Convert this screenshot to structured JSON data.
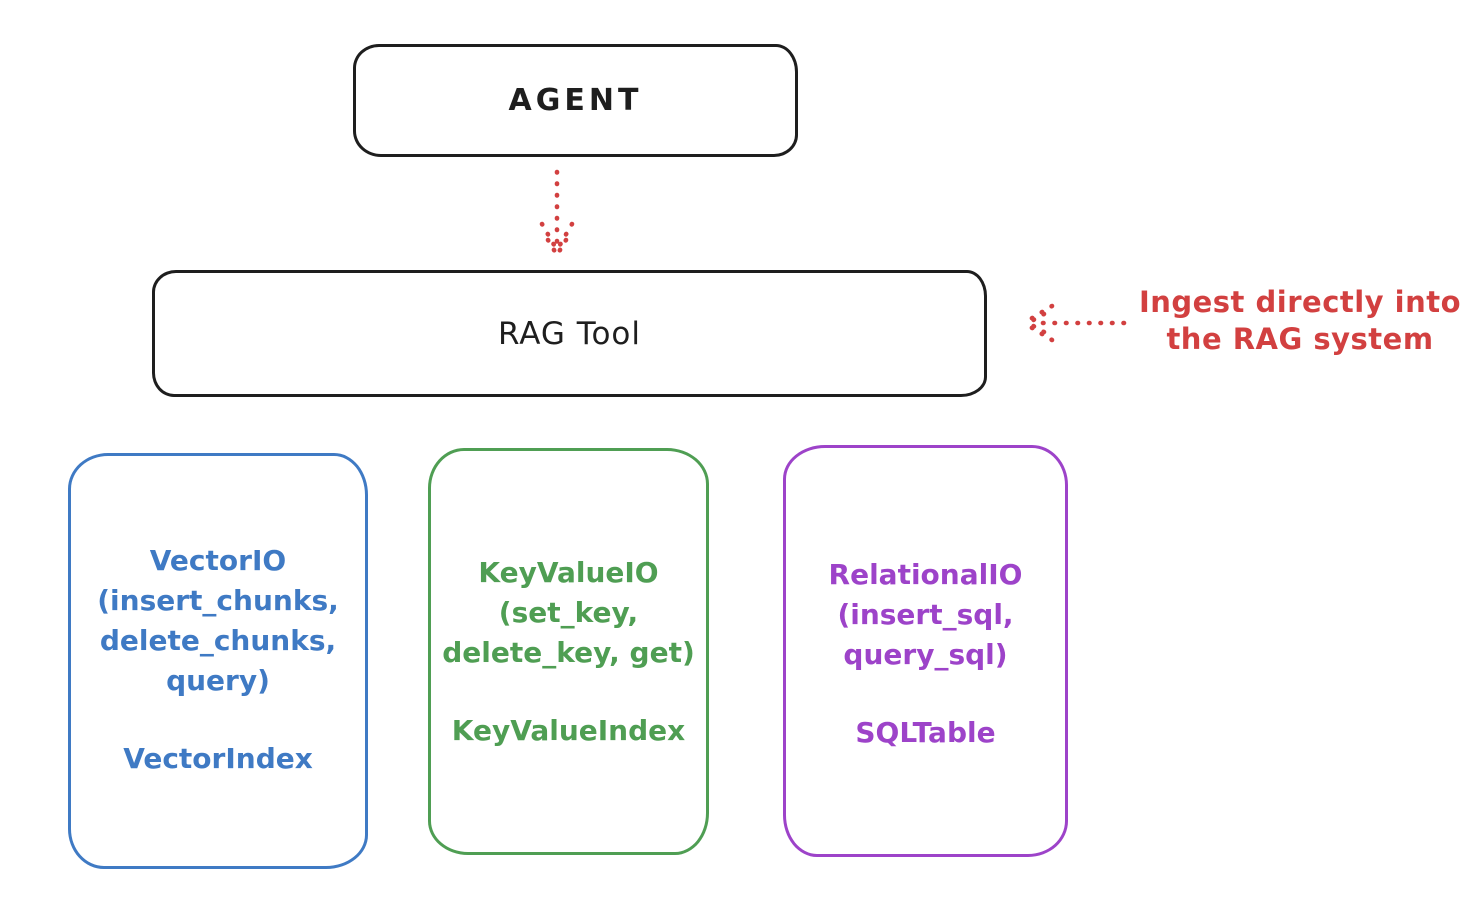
{
  "diagram": {
    "title_hint": "RAG Tool architecture sketch",
    "background_color": "#ffffff",
    "stroke_color_black": "#1e1e1e",
    "accent_red": "#d24040",
    "nodes": {
      "agent": {
        "label": "AGENT",
        "stroke": "#1e1e1e"
      },
      "rag_tool": {
        "label": "RAG Tool",
        "stroke": "#1e1e1e"
      },
      "vector_io": {
        "stroke": "#3f7ac4",
        "lines": [
          "VectorIO",
          "(insert_chunks,",
          "delete_chunks,",
          "query)"
        ],
        "index_label": "VectorIndex"
      },
      "key_value_io": {
        "stroke": "#4f9e53",
        "lines": [
          "KeyValueIO",
          "(set_key,",
          "delete_key, get)"
        ],
        "index_label": "KeyValueIndex"
      },
      "relational_io": {
        "stroke": "#9d43c9",
        "lines": [
          "RelationalIO",
          "(insert_sql,",
          "query_sql)"
        ],
        "index_label": "SQLTable"
      }
    },
    "annotation": {
      "color": "#d24040",
      "lines": [
        "Ingest directly into",
        "the RAG system"
      ]
    },
    "arrows": {
      "agent_to_rag_tool": {
        "style": "dotted",
        "color": "#d24040",
        "direction": "down"
      },
      "annotation_to_rag_tool": {
        "style": "dotted",
        "color": "#d24040",
        "direction": "left"
      }
    }
  }
}
